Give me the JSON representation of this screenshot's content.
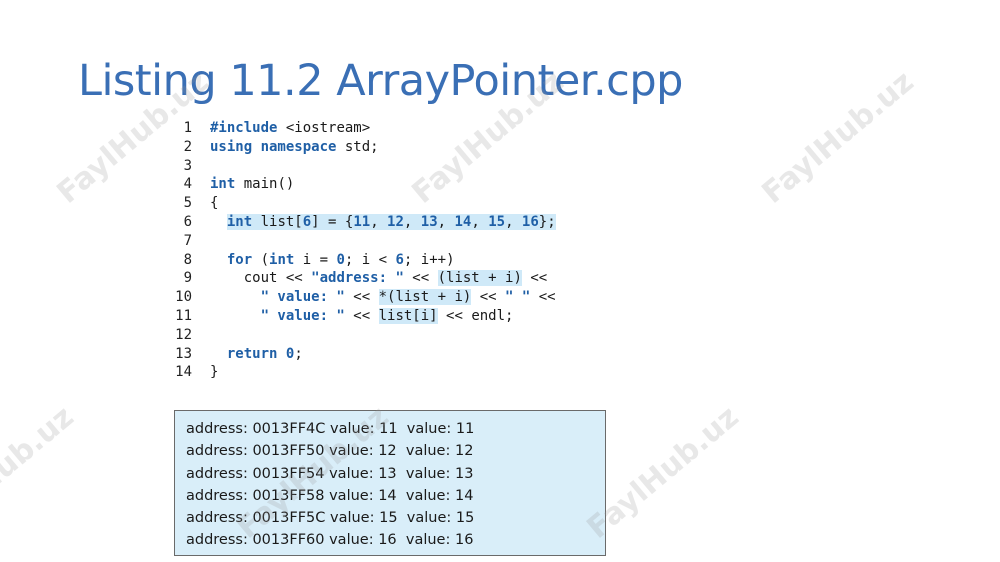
{
  "slide": {
    "title": "Listing 11.2  ArrayPointer.cpp"
  },
  "code": {
    "line_numbers": [
      "1",
      "2",
      "3",
      "4",
      "5",
      "6",
      "7",
      "8",
      "9",
      "10",
      "11",
      "12",
      "13",
      "14"
    ],
    "tokens": {
      "l1_kw": "#include",
      "l1_rest": " <iostream>",
      "l2_kw": "using namespace",
      "l2_rest": " std;",
      "l4_kw": "int",
      "l4_rest": " main()",
      "l5": "{",
      "l6_kw": "int",
      "l6_a": " list[",
      "l6_n0": "6",
      "l6_b": "] = {",
      "l6_n1": "11",
      "l6_n2": "12",
      "l6_n3": "13",
      "l6_n4": "14",
      "l6_n5": "15",
      "l6_n6": "16",
      "l6_end": "};",
      "comma": ", ",
      "l8_kw1": "for",
      "l8_a": " (",
      "l8_kw2": "int",
      "l8_b": " i = ",
      "l8_n1": "0",
      "l8_c": "; i < ",
      "l8_n2": "6",
      "l8_d": "; i++)",
      "l9_a": "cout << ",
      "l9_str": "\"address: \"",
      "l9_b": " << ",
      "l9_hl": "(list + i)",
      "l9_c": " <<",
      "l10_str1": "\" value: \"",
      "l10_a": " << ",
      "l10_hl": "*(list + i)",
      "l10_b": " << ",
      "l10_str2": "\" \"",
      "l10_c": " <<",
      "l11_str": "\" value: \"",
      "l11_a": " << ",
      "l11_hl": "list[i]",
      "l11_b": " << endl;",
      "l13_kw": "return",
      "l13_a": " ",
      "l13_n": "0",
      "l13_b": ";",
      "l14": "}"
    }
  },
  "output": {
    "lines": [
      "address: 0013FF4C value: 11  value: 11",
      "address: 0013FF50 value: 12  value: 12",
      "address: 0013FF54 value: 13  value: 13",
      "address: 0013FF58 value: 14  value: 14",
      "address: 0013FF5C value: 15  value: 15",
      "address: 0013FF60 value: 16  value: 16"
    ]
  },
  "watermark": {
    "text": "FaylHub.uz"
  },
  "colors": {
    "title": "#3a6fb5",
    "keyword": "#1f5fa6",
    "highlight": "#cfe9f8",
    "output_bg": "#d9eef9"
  }
}
